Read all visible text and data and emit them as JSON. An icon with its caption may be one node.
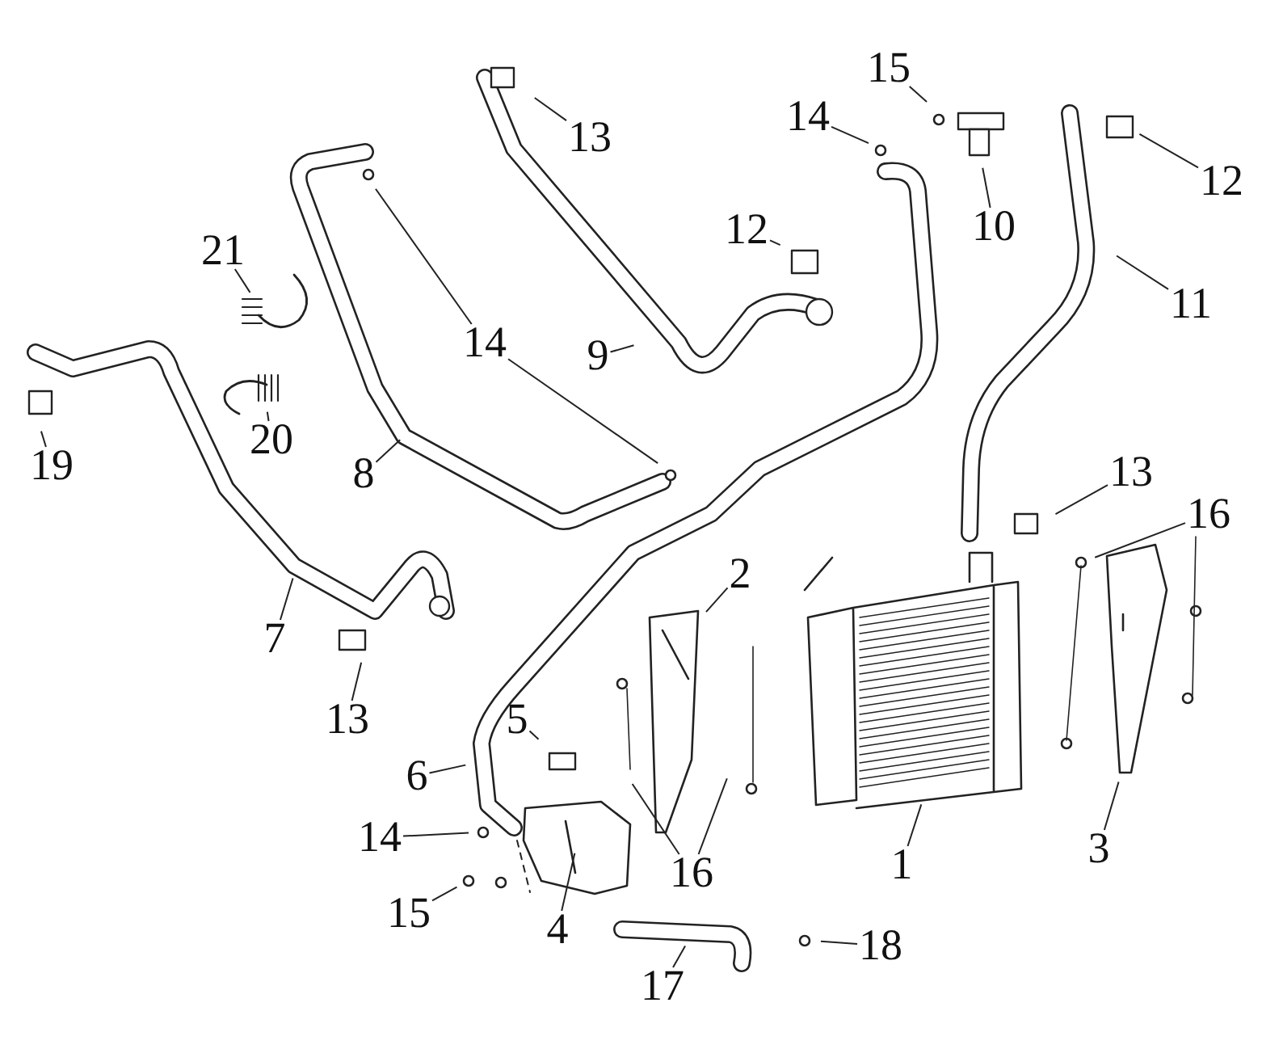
{
  "diagram": {
    "nodes": [
      {
        "text": [
          "15"
        ]
      },
      {
        "text": [
          "14"
        ]
      },
      {
        "text": [
          "13"
        ]
      },
      {
        "text": [
          "12"
        ]
      },
      {
        "text": [
          "10"
        ]
      },
      {
        "text": [
          "12"
        ]
      },
      {
        "text": [
          "21"
        ]
      },
      {
        "text": [
          "11"
        ]
      },
      {
        "text": [
          "14"
        ]
      },
      {
        "text": [
          "9"
        ]
      },
      {
        "text": [
          "20"
        ]
      },
      {
        "text": [
          "19"
        ]
      },
      {
        "text": [
          "8"
        ]
      },
      {
        "text": [
          "13"
        ]
      },
      {
        "text": [
          "16"
        ]
      },
      {
        "text": [
          "2"
        ]
      },
      {
        "text": [
          "7"
        ]
      },
      {
        "text": [
          "13"
        ]
      },
      {
        "text": [
          "5"
        ]
      },
      {
        "text": [
          "6"
        ]
      },
      {
        "text": [
          "14"
        ]
      },
      {
        "text": [
          "16"
        ]
      },
      {
        "text": [
          "1"
        ]
      },
      {
        "text": [
          "3"
        ]
      },
      {
        "text": [
          "15"
        ]
      },
      {
        "text": [
          "4"
        ]
      },
      {
        "text": [
          "17"
        ]
      },
      {
        "text": [
          "18"
        ]
      }
    ],
    "edges": [
      {
        "from": 0,
        "to": null,
        "arrow": "none"
      },
      {
        "from": 1,
        "to": null,
        "arrow": "none"
      },
      {
        "from": 2,
        "to": null,
        "arrow": "none"
      },
      {
        "from": 3,
        "to": null,
        "arrow": "none"
      },
      {
        "from": 4,
        "to": null,
        "arrow": "none"
      },
      {
        "from": 5,
        "to": null,
        "arrow": "none"
      },
      {
        "from": 6,
        "to": null,
        "arrow": "none"
      },
      {
        "from": 7,
        "to": null,
        "arrow": "none"
      },
      {
        "from": 8,
        "to": null,
        "arrow": "none"
      },
      {
        "from": 8,
        "to": null,
        "arrow": "none"
      },
      {
        "from": 9,
        "to": null,
        "arrow": "none"
      },
      {
        "from": 10,
        "to": null,
        "arrow": "none"
      },
      {
        "from": 11,
        "to": null,
        "arrow": "none"
      },
      {
        "from": 12,
        "to": null,
        "arrow": "none"
      },
      {
        "from": 13,
        "to": null,
        "arrow": "none"
      },
      {
        "from": 14,
        "to": null,
        "arrow": "none"
      },
      {
        "from": 15,
        "to": null,
        "arrow": "none"
      },
      {
        "from": 16,
        "to": null,
        "arrow": "none"
      },
      {
        "from": 17,
        "to": null,
        "arrow": "none"
      },
      {
        "from": 18,
        "to": null,
        "arrow": "none"
      },
      {
        "from": 19,
        "to": null,
        "arrow": "none"
      },
      {
        "from": 20,
        "to": null,
        "arrow": "none"
      },
      {
        "from": 24,
        "to": null,
        "arrow": "none"
      },
      {
        "from": 21,
        "to": null,
        "arrow": "none"
      },
      {
        "from": 21,
        "to": null,
        "arrow": "none"
      },
      {
        "from": 22,
        "to": null,
        "arrow": "none"
      },
      {
        "from": 23,
        "to": null,
        "arrow": "none"
      },
      {
        "from": 25,
        "to": null,
        "arrow": "none"
      },
      {
        "from": 26,
        "to": null,
        "arrow": "none"
      },
      {
        "from": 27,
        "to": null,
        "arrow": "none"
      }
    ]
  }
}
